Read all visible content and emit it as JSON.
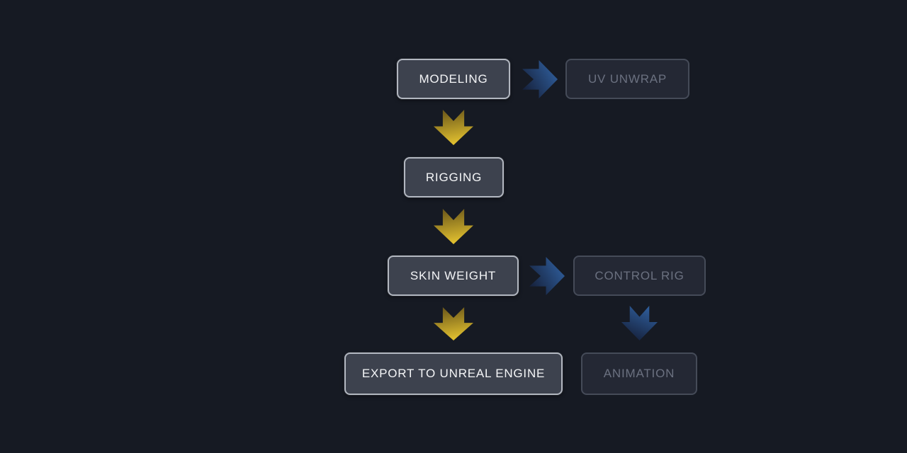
{
  "diagram": {
    "nodes": {
      "modeling": {
        "label": "MODELING",
        "state": "active"
      },
      "uv_unwrap": {
        "label": "UV UNWRAP",
        "state": "dimmed"
      },
      "rigging": {
        "label": "RIGGING",
        "state": "active"
      },
      "skin_weight": {
        "label": "SKIN WEIGHT",
        "state": "active"
      },
      "control_rig": {
        "label": "CONTROL RIG",
        "state": "dimmed"
      },
      "export_unreal": {
        "label": "EXPORT TO UNREAL ENGINE",
        "state": "active"
      },
      "animation": {
        "label": "ANIMATION",
        "state": "dimmed"
      }
    },
    "edges": [
      {
        "from": "MODELING",
        "to": "UV UNWRAP",
        "style": "blue",
        "direction": "right"
      },
      {
        "from": "MODELING",
        "to": "RIGGING",
        "style": "gold",
        "direction": "down"
      },
      {
        "from": "RIGGING",
        "to": "SKIN WEIGHT",
        "style": "gold",
        "direction": "down"
      },
      {
        "from": "SKIN WEIGHT",
        "to": "CONTROL RIG",
        "style": "blue",
        "direction": "right"
      },
      {
        "from": "SKIN WEIGHT",
        "to": "EXPORT TO UNREAL ENGINE",
        "style": "gold",
        "direction": "down"
      },
      {
        "from": "CONTROL RIG",
        "to": "ANIMATION",
        "style": "blue",
        "direction": "down"
      }
    ],
    "colors": {
      "background": "#161a23",
      "node_active_fill": "#3d424e",
      "node_active_border": "#b2b7c0",
      "node_active_text": "#f4f5f7",
      "node_dim_fill": "#242834",
      "node_dim_border": "#454b58",
      "node_dim_text": "#6b7180",
      "arrow_gold_start": "#6b571a",
      "arrow_gold_end": "#eac831",
      "arrow_blue_start": "#151f38",
      "arrow_blue_end": "#30609f"
    }
  }
}
